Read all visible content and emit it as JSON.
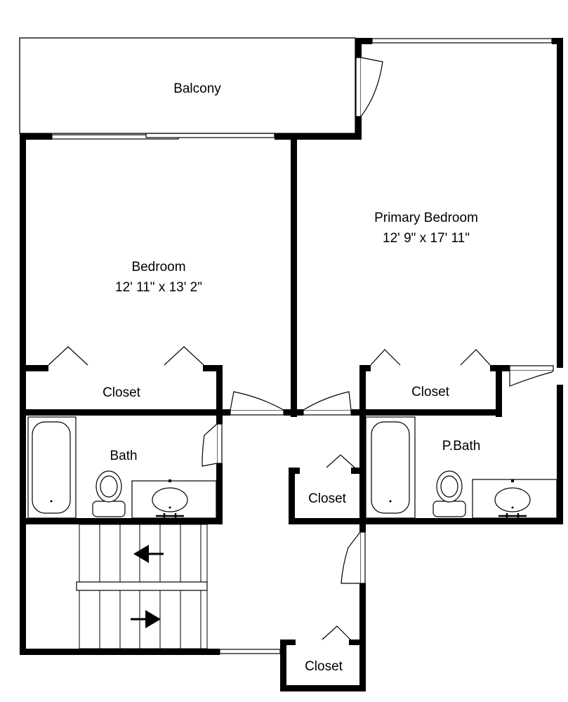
{
  "rooms": {
    "balcony": {
      "name": "Balcony"
    },
    "bedroom": {
      "name": "Bedroom",
      "size": "12' 11\" x 13' 2\""
    },
    "primary_bedroom": {
      "name": "Primary Bedroom",
      "size": "12' 9\" x 17' 11\""
    },
    "closet_bedroom": {
      "name": "Closet"
    },
    "closet_primary": {
      "name": "Closet"
    },
    "bath": {
      "name": "Bath"
    },
    "p_bath": {
      "name": "P.Bath"
    },
    "closet_hall": {
      "name": "Closet"
    },
    "closet_bottom": {
      "name": "Closet"
    }
  },
  "colors": {
    "wall": "#000000",
    "background": "#ffffff"
  },
  "icons": [
    "toilet-icon",
    "sink-icon",
    "bathtub-icon",
    "stair-arrow-left-icon",
    "stair-arrow-right-icon"
  ]
}
